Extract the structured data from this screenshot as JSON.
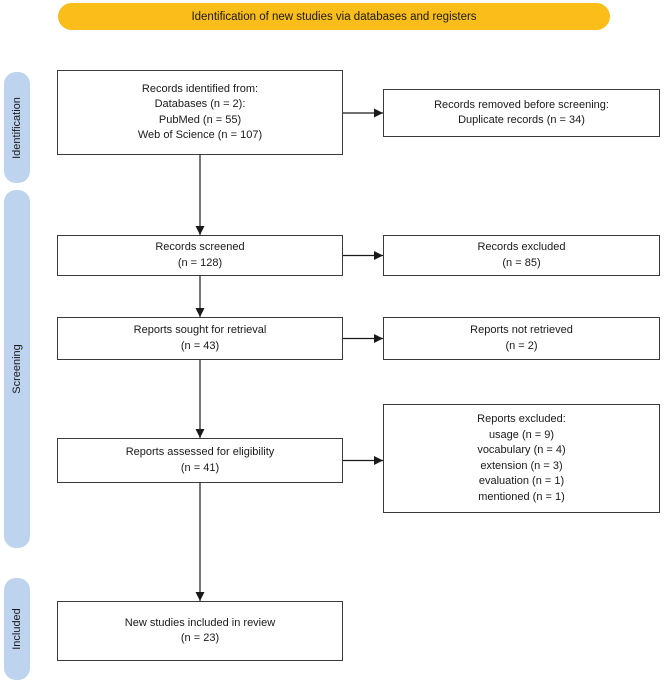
{
  "banner": {
    "label": "Identification of new studies via databases and registers"
  },
  "colors": {
    "banner_bg": "#FBBD1A",
    "sidebar_bg": "#BDD3EE",
    "box_border": "#3A3A3A",
    "arrow": "#1A1A1A",
    "text": "#1A1A1A"
  },
  "sidebar": {
    "items": [
      {
        "id": "identification",
        "label": "Identification"
      },
      {
        "id": "screening",
        "label": "Screening"
      },
      {
        "id": "included",
        "label": "Included"
      }
    ]
  },
  "flowchart": {
    "boxes": [
      {
        "id": "records-identified",
        "lines": [
          "Records identified from:",
          "Databases (n = 2):",
          "PubMed (n = 55)",
          "Web of Science (n = 107)"
        ]
      },
      {
        "id": "records-removed",
        "lines": [
          "Records removed before screening:",
          "Duplicate records (n = 34)"
        ]
      },
      {
        "id": "records-screened",
        "lines": [
          "Records screened",
          "(n = 128)"
        ]
      },
      {
        "id": "records-excluded",
        "lines": [
          "Records excluded",
          "(n = 85)"
        ]
      },
      {
        "id": "reports-sought",
        "lines": [
          "Reports sought for retrieval",
          "(n = 43)"
        ]
      },
      {
        "id": "reports-not-retrieved",
        "lines": [
          "Reports not retrieved",
          "(n = 2)"
        ]
      },
      {
        "id": "reports-assessed",
        "lines": [
          "Reports assessed for eligibility",
          "(n = 41)"
        ]
      },
      {
        "id": "reports-excluded-reasons",
        "lines": [
          "Reports excluded:",
          "usage (n = 9)",
          "vocabulary (n = 4)",
          "extension (n = 3)",
          "evaluation (n = 1)",
          "mentioned (n = 1)"
        ]
      },
      {
        "id": "new-studies-included",
        "lines": [
          "New studies included in review",
          "(n = 23)"
        ]
      }
    ]
  }
}
